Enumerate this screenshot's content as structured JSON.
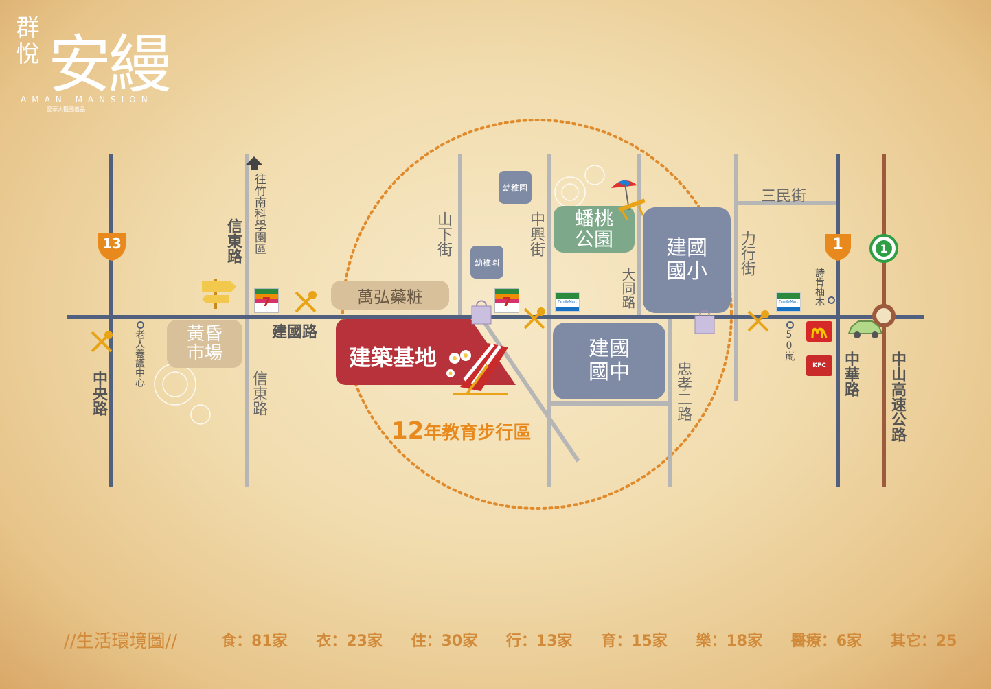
{
  "brand": {
    "name_small": "群悅",
    "name_big": "安縵",
    "english": "AMAN MANSION",
    "tagline": "愛華大觀國出品"
  },
  "map": {
    "site": "建築基地",
    "walk_zone_number": "12",
    "walk_zone_text": "年教育步行區",
    "blocks": {
      "park": "蟠桃公園",
      "elementary": "建國國小",
      "junior_high": "建國國中",
      "pharmacy": "萬弘藥粧",
      "market": "黃昏市場",
      "kindergarten_1": "幼稚園",
      "kindergarten_2": "幼稚園"
    },
    "roads": {
      "zhongyang": "中央路",
      "xindong_north": "信東路",
      "xindong_south": "信東路",
      "to_hsinchu": "往竹南科學園區",
      "jianguo": "建國路",
      "shanxia": "山下街",
      "zhongxing": "中興街",
      "datong": "大同路",
      "sanmin": "三民街",
      "lixing": "力行街",
      "zhongxiao": "忠孝二路",
      "zhonghua": "中華路",
      "freeway": "中山高速公路"
    },
    "pois": {
      "elderly": "老人養護中心",
      "fifty_lan": "50嵐",
      "shikenmu": "詩肯柚木"
    },
    "shields": {
      "route13": "13",
      "route1": "1",
      "freeway1": "1"
    },
    "logos": {
      "seven_eleven": "7",
      "familymart": "FamilyMart",
      "kfc": "KFC"
    }
  },
  "footer": {
    "title": "//生活環境圖//",
    "stats": [
      "食：81家",
      "衣：23家",
      "住：30家",
      "行：13家",
      "育：15家",
      "樂：18家",
      "醫療：6家",
      "其它：25"
    ]
  },
  "colors": {
    "road_blue": "#51607e",
    "road_gray": "#b6b6b6",
    "freeway": "#9c5b3c",
    "site_red": "#b7323a",
    "school_slate": "#7f8aa5",
    "park_green": "#7da98a",
    "beige_block": "#d8c09a",
    "orange": "#e8891d"
  }
}
